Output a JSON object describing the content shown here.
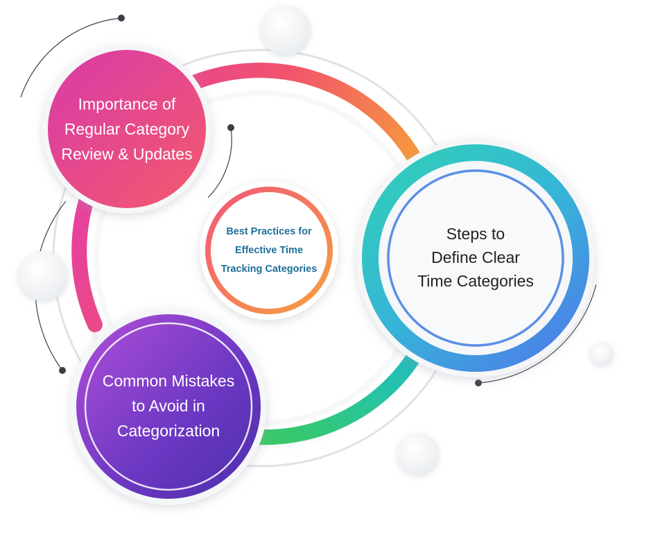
{
  "center_topic": {
    "text": "Best Practices for\nEffective Time\nTracking Categories"
  },
  "nodes": [
    {
      "id": "importance",
      "text": "Importance of\nRegular Category\nReview & Updates"
    },
    {
      "id": "steps",
      "text": "Steps to\nDefine Clear\nTime Categories"
    },
    {
      "id": "mistakes",
      "text": "Common Mistakes\nto Avoid in\nCategorization"
    }
  ],
  "colors": {
    "ring_top": [
      "#e23bb0",
      "#f1526d",
      "#f59a3c"
    ],
    "ring_bottom": [
      "#3ec95a",
      "#26c4a4",
      "#22b7c8"
    ],
    "importance": [
      "#f25a8c",
      "#d93aa8"
    ],
    "steps": [
      "#2fd2b4",
      "#36a8e2",
      "#4d7fe8"
    ],
    "mistakes": [
      "#b04fd8",
      "#6a37c2",
      "#4a2fa8"
    ],
    "center_ring": [
      "#f2577a",
      "#f6a040"
    ],
    "center_text": "#1f6f9a"
  }
}
